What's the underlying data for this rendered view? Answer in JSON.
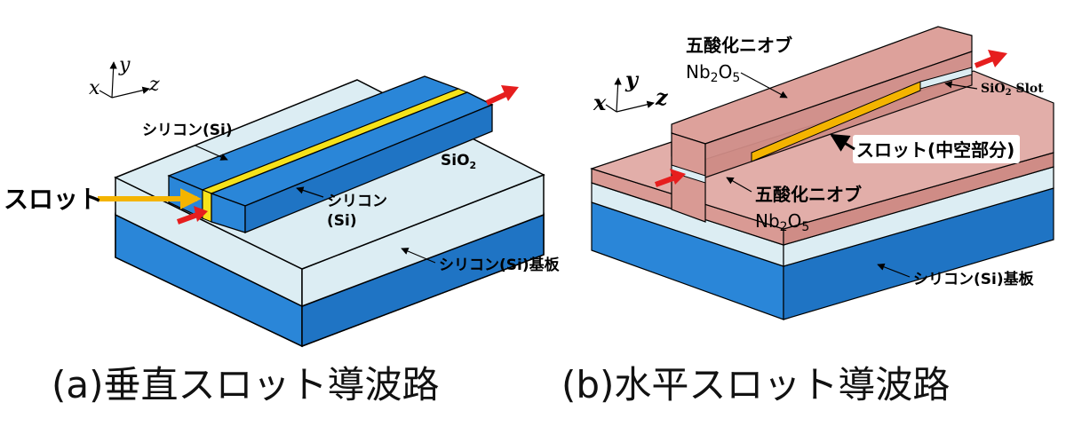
{
  "panel_a": {
    "caption": "(a)垂直スロット導波路",
    "axes": {
      "x": "x",
      "y": "y",
      "z": "z"
    },
    "label_slot": "スロット",
    "label_si_left": "シリコン(Si)",
    "label_si_right_line1": "シリコン",
    "label_si_right_line2": "(Si)",
    "label_sio2": "SiO",
    "label_sio2_sub": "2",
    "label_substrate": "シリコン(Si)基板"
  },
  "panel_b": {
    "caption": "(b)水平スロット導波路",
    "axes": {
      "x": "x",
      "y": "y",
      "z": "z"
    },
    "label_nb_top": "五酸化ニオブ",
    "label_nb_top_formula": {
      "a": "Nb",
      "b": "2",
      "c": "O",
      "d": "5"
    },
    "label_slot_sio2": "SiO",
    "label_slot_sio2_sub": "2",
    "label_slot_sio2_tail": " Slot",
    "label_slot_center": "スロット(中空部分)",
    "label_nb_bottom": "五酸化ニオブ",
    "label_nb_bottom_formula": {
      "a": "Nb",
      "b": "2",
      "c": "O",
      "d": "5"
    },
    "label_substrate": "シリコン(Si)基板"
  },
  "colors": {
    "si_blue": "#2a86d8",
    "si_blue_dark": "#1a63b0",
    "sio2": "#dcedf3",
    "slot_yellow": "#f6e21a",
    "slot_orange": "#f4b400",
    "nb_pink": "#d99a94",
    "arrow_red": "#e61e1e"
  }
}
